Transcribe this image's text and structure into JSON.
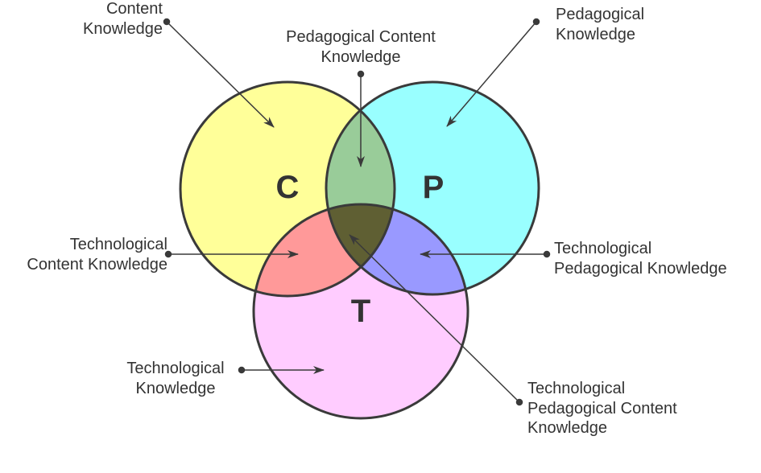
{
  "colors": {
    "content": "#ffff99",
    "pedagogical": "#99ffff",
    "technological": "#ffccff",
    "pck": "#99cc99",
    "tck": "#ff9999",
    "tpk": "#9999ff",
    "tpck": "#5f5f33",
    "stroke": "#3a3a3a"
  },
  "circles": {
    "c": "C",
    "p": "P",
    "t": "T"
  },
  "labels": {
    "ck": [
      "Content",
      "Knowledge"
    ],
    "pck": [
      "Pedagogical Content",
      "Knowledge"
    ],
    "pk": [
      "Pedagogical",
      "Knowledge"
    ],
    "tck": [
      "Technological",
      "Content Knowledge"
    ],
    "tpk": [
      "Technological",
      "Pedagogical Knowledge"
    ],
    "tk": [
      "Technological",
      "Knowledge"
    ],
    "tpck": [
      "Technological",
      "Pedagogical Content",
      "Knowledge"
    ]
  }
}
